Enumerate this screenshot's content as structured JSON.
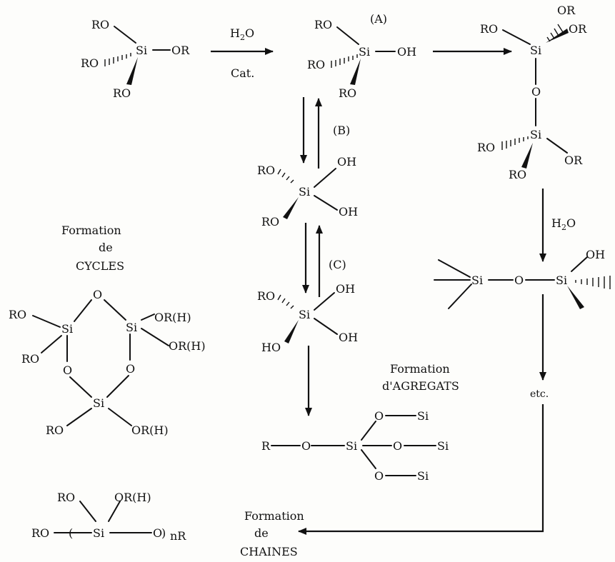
{
  "labels": {
    "si": "Si",
    "ro": "RO",
    "or": "OR",
    "oh": "OH",
    "ho": "HO",
    "o": "O",
    "r": "R",
    "orh": "OR(H)",
    "h2o": "H2O",
    "cat": "Cat.",
    "a": "(A)",
    "b": "(B)",
    "c": "(C)",
    "etc": "etc.",
    "nr": "nR",
    "open_paren": "(",
    "close_paren": ")"
  },
  "captions": {
    "cycles": [
      "Formation",
      "de",
      "CYCLES"
    ],
    "agregats": [
      "Formation",
      "d'AGREGATS"
    ],
    "chaines": [
      "Formation",
      "de",
      "CHAINES"
    ]
  }
}
